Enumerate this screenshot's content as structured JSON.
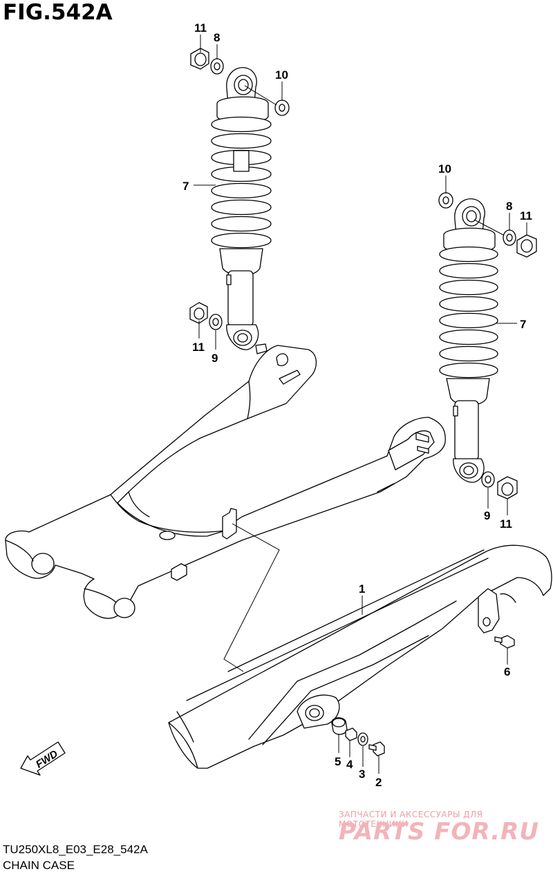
{
  "figure": {
    "title": "FIG.542A",
    "code": "TU250XL8_E03_E28_542A",
    "name": "CHAIN CASE"
  },
  "callouts": [
    {
      "id": "c11a",
      "label": "11"
    },
    {
      "id": "c8a",
      "label": "8"
    },
    {
      "id": "c10a",
      "label": "10"
    },
    {
      "id": "c7a",
      "label": "7"
    },
    {
      "id": "c11b",
      "label": "11"
    },
    {
      "id": "c9a",
      "label": "9"
    },
    {
      "id": "c10b",
      "label": "10"
    },
    {
      "id": "c8b",
      "label": "8"
    },
    {
      "id": "c11c",
      "label": "11"
    },
    {
      "id": "c7b",
      "label": "7"
    },
    {
      "id": "c9b",
      "label": "9"
    },
    {
      "id": "c11d",
      "label": "11"
    },
    {
      "id": "c1",
      "label": "1"
    },
    {
      "id": "c6",
      "label": "6"
    },
    {
      "id": "c5",
      "label": "5"
    },
    {
      "id": "c4",
      "label": "4"
    },
    {
      "id": "c3",
      "label": "3"
    },
    {
      "id": "c2",
      "label": "2"
    }
  ],
  "fwd_arrow": {
    "label": "FWD"
  },
  "watermark": {
    "tagline": "ЗАПЧАСТИ И АКСЕССУАРЫ ДЛЯ МОТОТЕХНИКИ",
    "logo": "PARTS FOR.RU",
    "color": "#f2b4b9"
  }
}
